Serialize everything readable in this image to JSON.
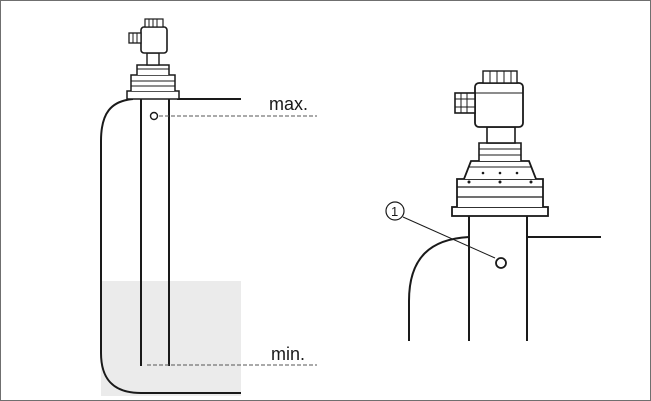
{
  "labels": {
    "max": "max.",
    "min": "min.",
    "callout_1": "1"
  },
  "colors": {
    "stroke": "#1a1a1a",
    "fill_level": "#ebebeb",
    "device_body": "#ffffff",
    "dashed": "#555555"
  },
  "icons": {
    "left_device": "ultrasonic-sensor-icon",
    "right_device": "ultrasonic-sensor-icon"
  }
}
